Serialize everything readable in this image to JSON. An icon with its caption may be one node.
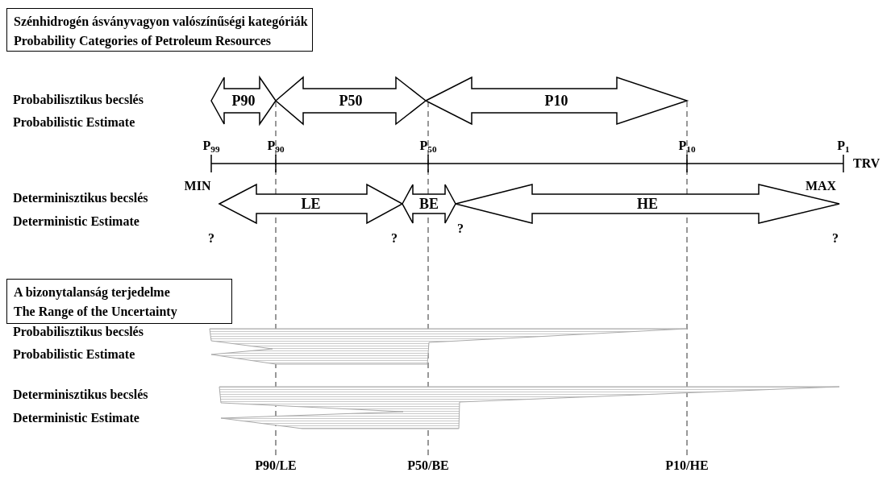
{
  "diagram": {
    "nodes": [
      {
        "text": [
          "Szénhidrogén ásványvagyon valószínűségi kategóriák",
          "Probability Categories of Petroleum Resources"
        ]
      },
      {
        "text": [
          "P90"
        ]
      },
      {
        "text": [
          "P50"
        ]
      },
      {
        "text": [
          "P10"
        ]
      },
      {
        "text": [
          "LE"
        ]
      },
      {
        "text": [
          "BE"
        ]
      },
      {
        "text": [
          "HE"
        ]
      },
      {
        "text": [
          "A bizonytalanság terjedelme",
          "The Range of the Uncertainty"
        ]
      },
      {
        "text": [],
        "shape": "wedge"
      },
      {
        "text": [],
        "shape": "wedge"
      }
    ],
    "edges": [],
    "labels": [
      "Probabilisztikus becslés",
      "Probabilistic Estimate",
      "P$_{99}$",
      "P$_{90}$",
      "P$_{50}$",
      "P$_{10}$",
      "P$_{1}$",
      "TRV",
      "MIN",
      "MAX",
      "Determinisztikus becslés",
      "Deterministic Estimate",
      "?",
      "?",
      "?",
      "?",
      "Probabilisztikus becslés",
      "Probabilistic Estimate",
      "Determinisztikus becslés",
      "Deterministic Estimate",
      "P90/LE",
      "P50/BE",
      "P10/HE"
    ]
  }
}
